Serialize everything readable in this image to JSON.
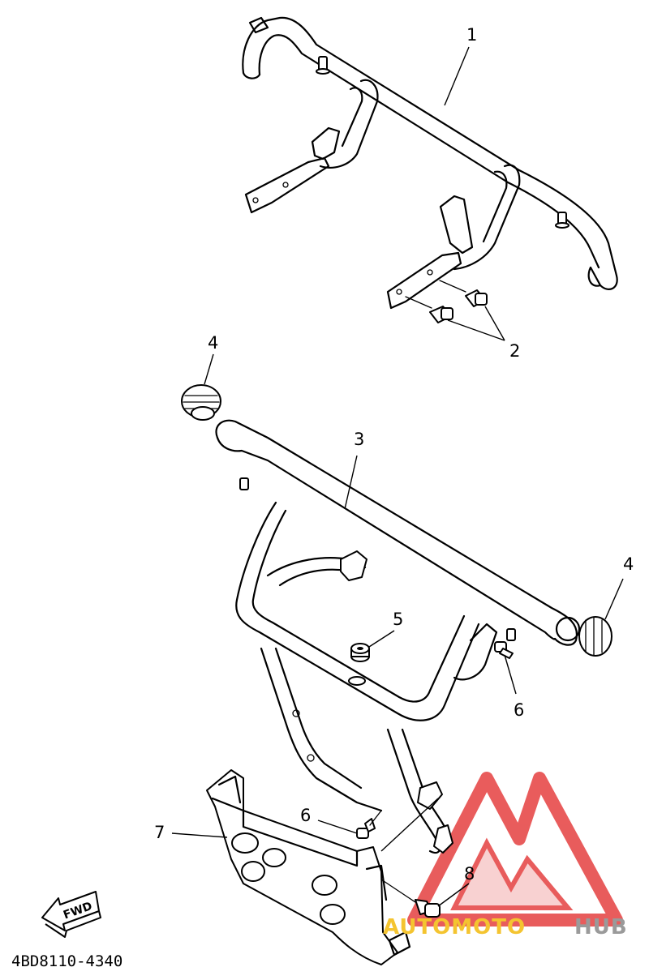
{
  "diagram": {
    "part_code": "4BD8110-4340",
    "fwd_label": "FWD",
    "callouts": [
      {
        "id": "c1",
        "label": "1"
      },
      {
        "id": "c2",
        "label": "2"
      },
      {
        "id": "c3",
        "label": "3"
      },
      {
        "id": "c4a",
        "label": "4"
      },
      {
        "id": "c4b",
        "label": "4"
      },
      {
        "id": "c5",
        "label": "5"
      },
      {
        "id": "c6a",
        "label": "6"
      },
      {
        "id": "c6b",
        "label": "6"
      },
      {
        "id": "c7",
        "label": "7"
      },
      {
        "id": "c8",
        "label": "8"
      }
    ]
  },
  "watermark": {
    "part1": "AUTOMOTO",
    "part2": "HUB",
    "colors": {
      "logo": "#e54040",
      "part1": "#f4c430",
      "part2": "#9a9a9a"
    }
  }
}
